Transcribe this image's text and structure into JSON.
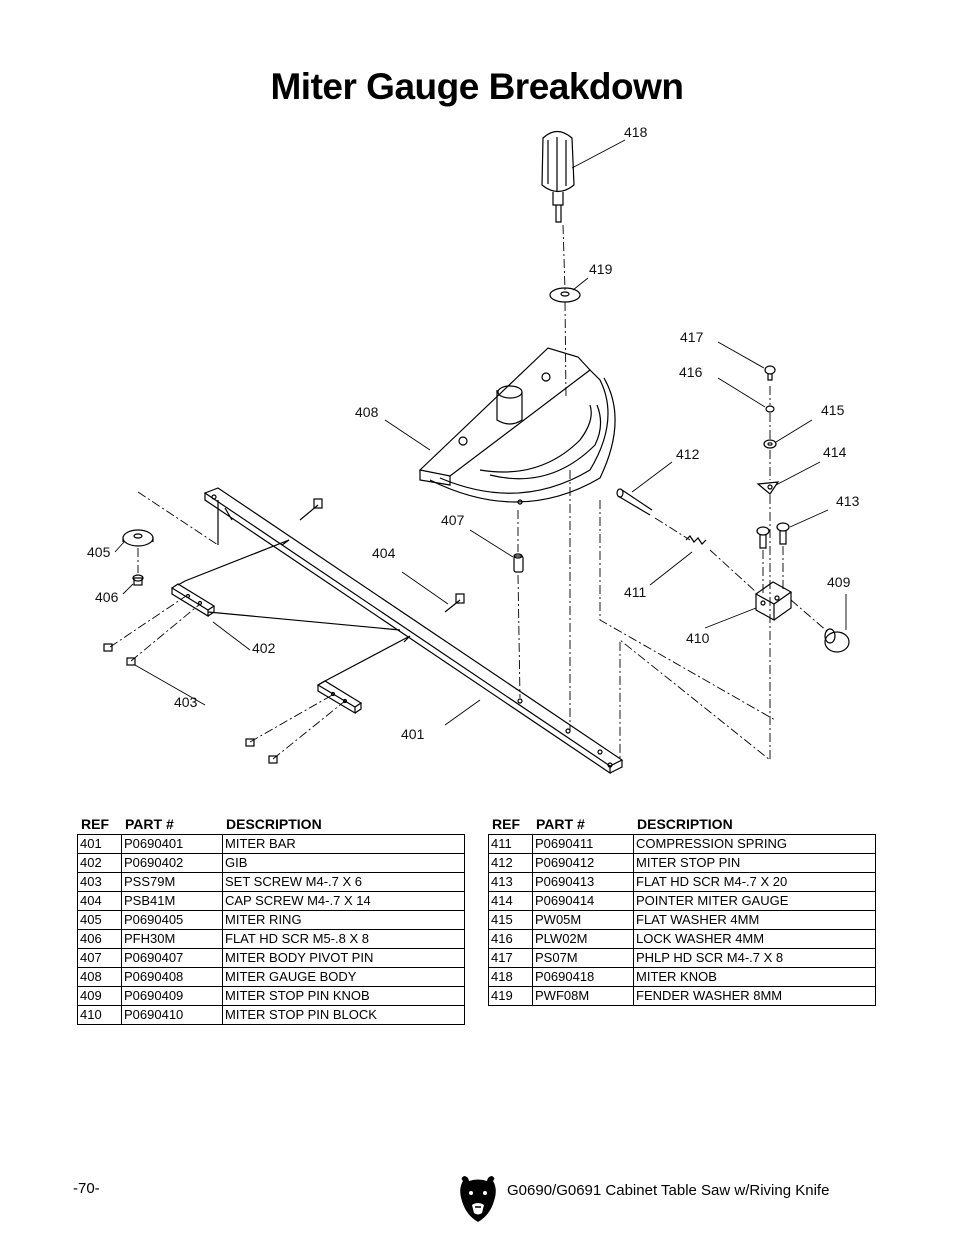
{
  "title": "Miter Gauge Breakdown",
  "callouts": {
    "c401": "401",
    "c402": "402",
    "c403": "403",
    "c404": "404",
    "c405": "405",
    "c406": "406",
    "c407": "407",
    "c408": "408",
    "c409": "409",
    "c410": "410",
    "c411": "411",
    "c412": "412",
    "c413": "413",
    "c414": "414",
    "c415": "415",
    "c416": "416",
    "c417": "417",
    "c418": "418",
    "c419": "419"
  },
  "table_headers": {
    "ref": "REF",
    "part": "PART #",
    "description": "DESCRIPTION"
  },
  "parts_left": [
    {
      "ref": "401",
      "part": "P0690401",
      "desc": "MITER BAR"
    },
    {
      "ref": "402",
      "part": "P0690402",
      "desc": "GIB"
    },
    {
      "ref": "403",
      "part": "PSS79M",
      "desc": "SET SCREW M4-.7 X 6"
    },
    {
      "ref": "404",
      "part": "PSB41M",
      "desc": "CAP SCREW M4-.7 X 14"
    },
    {
      "ref": "405",
      "part": "P0690405",
      "desc": "MITER RING"
    },
    {
      "ref": "406",
      "part": "PFH30M",
      "desc": "FLAT HD SCR M5-.8 X 8"
    },
    {
      "ref": "407",
      "part": "P0690407",
      "desc": "MITER BODY PIVOT PIN"
    },
    {
      "ref": "408",
      "part": "P0690408",
      "desc": "MITER GAUGE BODY"
    },
    {
      "ref": "409",
      "part": "P0690409",
      "desc": "MITER STOP PIN KNOB"
    },
    {
      "ref": "410",
      "part": "P0690410",
      "desc": "MITER STOP PIN BLOCK"
    }
  ],
  "parts_right": [
    {
      "ref": "411",
      "part": "P0690411",
      "desc": "COMPRESSION SPRING"
    },
    {
      "ref": "412",
      "part": "P0690412",
      "desc": "MITER STOP PIN"
    },
    {
      "ref": "413",
      "part": "P0690413",
      "desc": "FLAT HD SCR M4-.7 X 20"
    },
    {
      "ref": "414",
      "part": "P0690414",
      "desc": "POINTER MITER GAUGE"
    },
    {
      "ref": "415",
      "part": "PW05M",
      "desc": "FLAT WASHER 4MM"
    },
    {
      "ref": "416",
      "part": "PLW02M",
      "desc": "LOCK WASHER 4MM"
    },
    {
      "ref": "417",
      "part": "PS07M",
      "desc": "PHLP HD SCR M4-.7 X 8"
    },
    {
      "ref": "418",
      "part": "P0690418",
      "desc": "MITER KNOB"
    },
    {
      "ref": "419",
      "part": "PWF08M",
      "desc": "FENDER WASHER 8MM"
    }
  ],
  "footer": {
    "page_number": "-70-",
    "manual_title": "G0690/G0691 Cabinet Table Saw w/Riving Knife"
  }
}
